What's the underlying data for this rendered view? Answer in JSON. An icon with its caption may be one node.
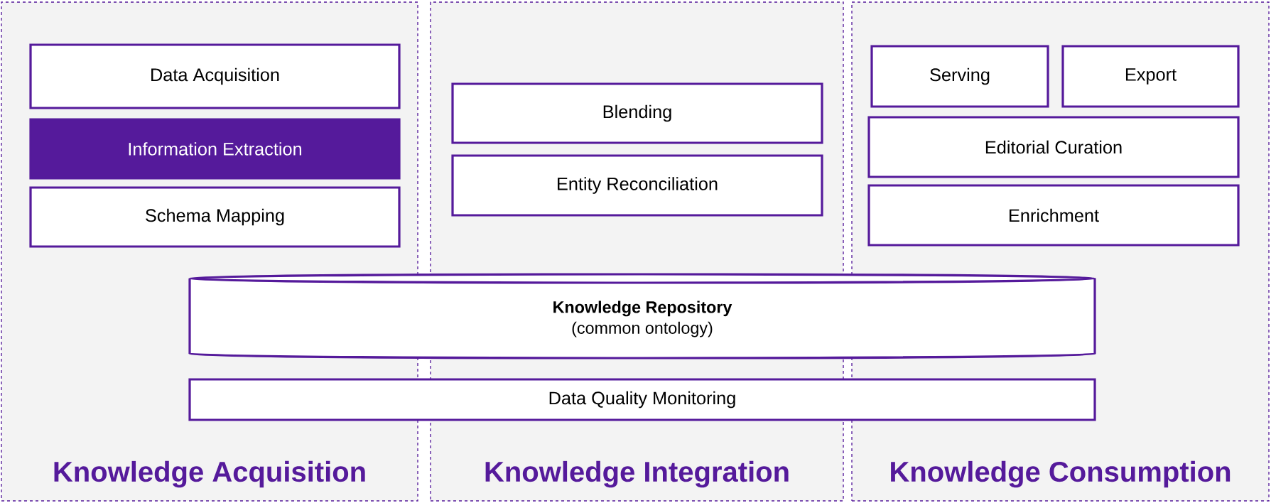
{
  "diagram": {
    "nodes": [
      {
        "text": [
          "Knowledge Acquisition"
        ]
      },
      {
        "text": [
          "Data Acquisition"
        ],
        "in": 0
      },
      {
        "text": [
          "Information Extraction"
        ],
        "in": 0
      },
      {
        "text": [
          "Schema Mapping"
        ],
        "in": 0
      },
      {
        "text": [
          "Knowledge Integration"
        ]
      },
      {
        "text": [
          "Blending"
        ],
        "in": 4
      },
      {
        "text": [
          "Entity Reconciliation"
        ],
        "in": 4
      },
      {
        "text": [
          "Knowledge Consumption"
        ]
      },
      {
        "text": [
          "Serving"
        ],
        "in": 7
      },
      {
        "text": [
          "Export"
        ],
        "in": 7
      },
      {
        "text": [
          "Editorial Curation"
        ],
        "in": 7
      },
      {
        "text": [
          "Enrichment"
        ],
        "in": 7
      },
      {
        "text": [
          "Knowledge Repository",
          "(common ontology)"
        ]
      },
      {
        "text": [
          "Data Quality Monitoring"
        ]
      }
    ]
  }
}
